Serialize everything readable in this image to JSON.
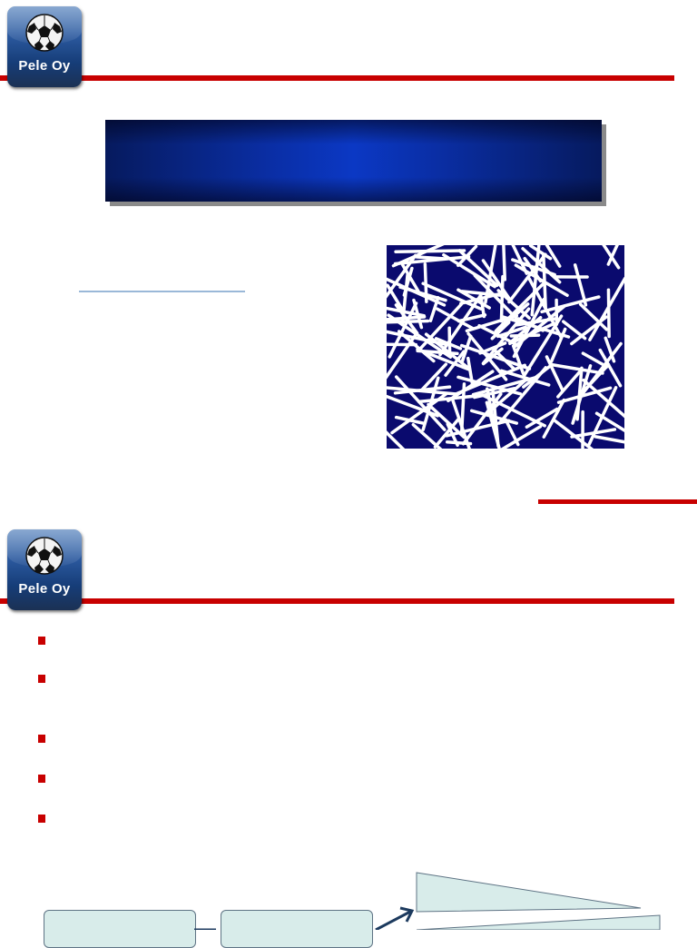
{
  "logo": {
    "text": "Pele Oy",
    "icon": "soccer-ball-icon",
    "background": "#2c5aa0"
  },
  "colors": {
    "accent_red": "#c80000",
    "banner_blue": "#0b38c4",
    "fiber_background": "#0a0a6e",
    "flow_fill": "#d8ecea"
  },
  "slide1": {
    "image": "fiber-network-image"
  },
  "slide2": {
    "bullet_count": 5
  }
}
